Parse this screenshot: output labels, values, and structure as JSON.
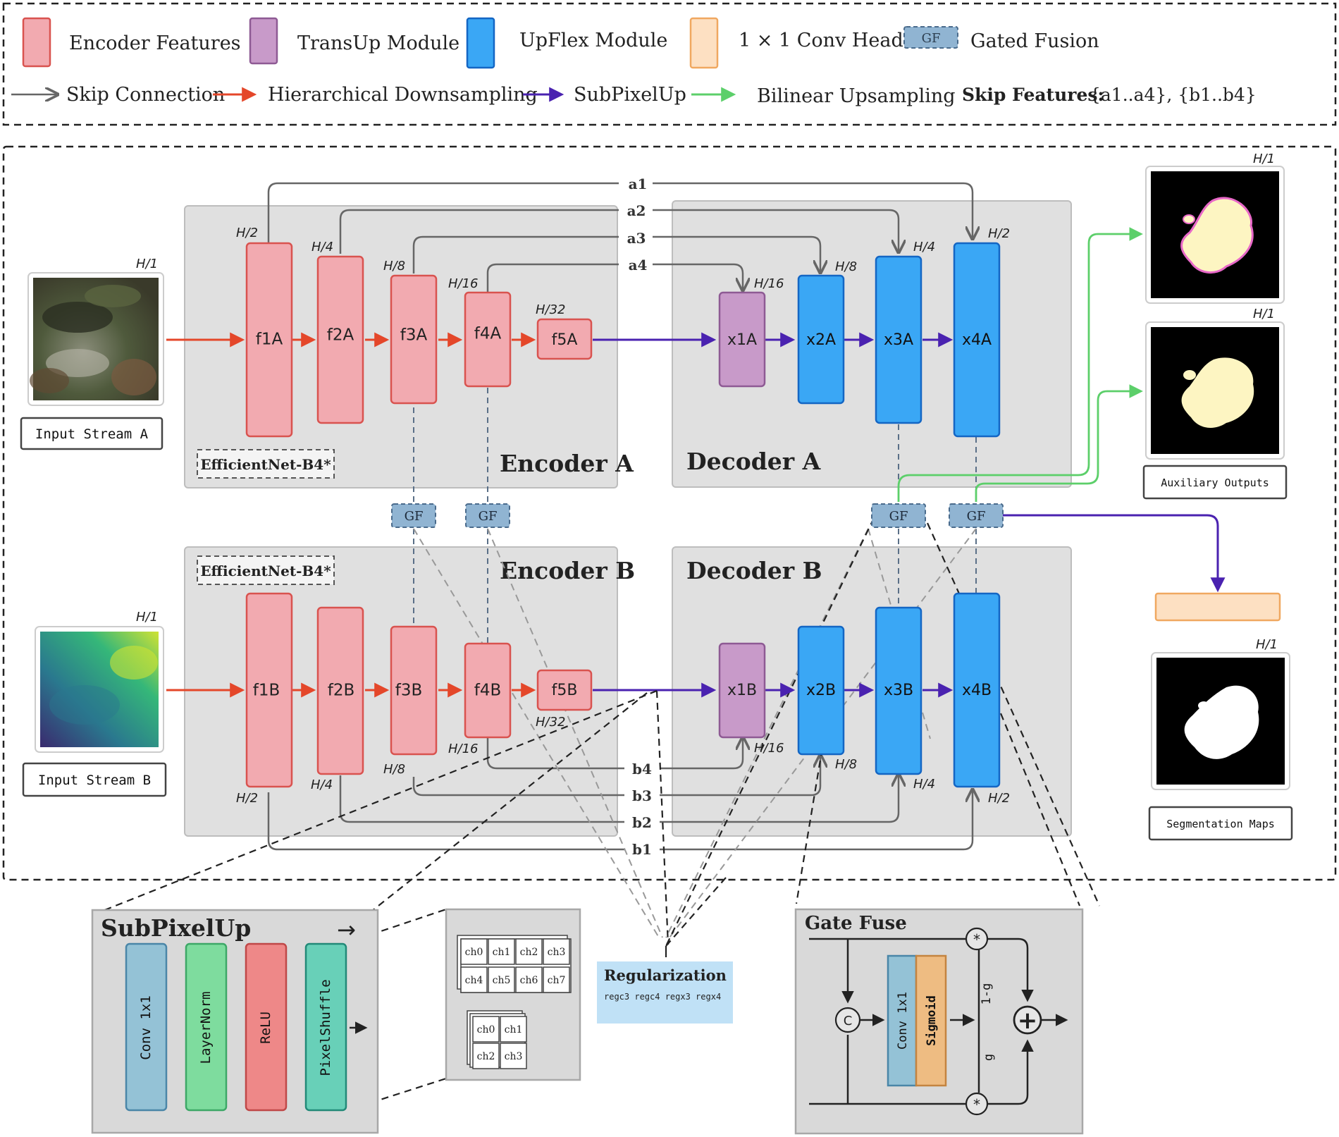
{
  "legend": {
    "encoder_features": "Encoder Features",
    "transup_module": "TransUp Module",
    "upflex_module": "UpFlex Module",
    "conv_head": "1 × 1 Conv Head",
    "gf_badge": "GF",
    "gated_fusion": "Gated Fusion",
    "skip_connection": "Skip Connection",
    "hier_downsampling": "Hierarchical Downsampling",
    "subpixelup": "SubPixelUp",
    "bilinear_upsampling": "Bilinear Upsampling",
    "skip_features_label": "Skip Features:",
    "skip_features_value": "{a1..a4}, {b1..b4}"
  },
  "colors": {
    "encoder": "#f2aab0",
    "encoder_stroke": "#d9534f",
    "transup": "#c89ac9",
    "transup_stroke": "#8e5a94",
    "upflex": "#3aa7f5",
    "upflex_stroke": "#1466c4",
    "conv_head": "#fde0c2",
    "conv_head_stroke": "#f0a860",
    "gf": "#90b4d2",
    "gf_stroke": "#4a6b8c",
    "downsample_arrow": "#e4472a",
    "subpixel_arrow": "#4a22b0",
    "bilinear_arrow": "#5ccf6a",
    "skip_arrow": "#666666",
    "panel": "#e0e0e0"
  },
  "resolutions": {
    "h1": "H/1",
    "h2": "H/2",
    "h4": "H/4",
    "h8": "H/8",
    "h16": "H/16",
    "h32": "H/32"
  },
  "inputs": {
    "stream_a": "Input Stream A",
    "stream_b": "Input Stream B"
  },
  "backbone": "EfficientNet-B4*",
  "panels": {
    "encoder_a": "Encoder A",
    "decoder_a": "Decoder A",
    "encoder_b": "Encoder B",
    "decoder_b": "Decoder B"
  },
  "nodes_a": {
    "f1": "f1A",
    "f2": "f2A",
    "f3": "f3A",
    "f4": "f4A",
    "f5": "f5A",
    "x1": "x1A",
    "x2": "x2A",
    "x3": "x3A",
    "x4": "x4A"
  },
  "nodes_b": {
    "f1": "f1B",
    "f2": "f2B",
    "f3": "f3B",
    "f4": "f4B",
    "f5": "f5B",
    "x1": "x1B",
    "x2": "x2B",
    "x3": "x3B",
    "x4": "x4B"
  },
  "skips_a": {
    "a1": "a1",
    "a2": "a2",
    "a3": "a3",
    "a4": "a4"
  },
  "skips_b": {
    "b1": "b1",
    "b2": "b2",
    "b3": "b3",
    "b4": "b4"
  },
  "outputs": {
    "auxiliary": "Auxiliary Outputs",
    "segmentation": "Segmentation Maps"
  },
  "subpixelup_detail": {
    "title": "SubPixelUp",
    "arrow": "→",
    "conv": "Conv 1x1",
    "layernorm": "LayerNorm",
    "relu": "ReLU",
    "pixelshuffle": "PixelShuffle"
  },
  "channels": {
    "grid_top": [
      "ch0",
      "ch1",
      "ch2",
      "ch3",
      "ch4",
      "ch5",
      "ch6",
      "ch7"
    ],
    "grid_bottom": [
      "ch0",
      "ch1",
      "ch2",
      "ch3"
    ]
  },
  "regularization": {
    "title": "Regularization",
    "terms": "regc3 regc4 regx3 regx4"
  },
  "gate_fuse": {
    "title": "Gate Fuse",
    "concat": "C",
    "mult_top": "*",
    "mult_bottom": "*",
    "conv": "Conv 1x1",
    "sigmoid": "Sigmoid",
    "one_minus_g": "1-g",
    "g": "g",
    "plus": "+"
  }
}
